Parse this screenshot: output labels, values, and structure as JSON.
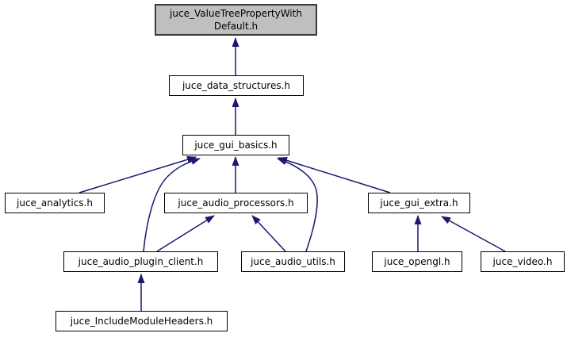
{
  "diagram": {
    "type": "include-dependency-graph",
    "highlighted_node": "juce_ValueTreePropertyWithDefault.h",
    "nodes": [
      {
        "id": "value_tree_property_with_default",
        "label_line1": "juce_ValueTreePropertyWith",
        "label_line2": "Default.h",
        "highlighted": true
      },
      {
        "id": "data_structures",
        "label": "juce_data_structures.h"
      },
      {
        "id": "gui_basics",
        "label": "juce_gui_basics.h"
      },
      {
        "id": "analytics",
        "label": "juce_analytics.h"
      },
      {
        "id": "audio_processors",
        "label": "juce_audio_processors.h"
      },
      {
        "id": "gui_extra",
        "label": "juce_gui_extra.h"
      },
      {
        "id": "audio_plugin_client",
        "label": "juce_audio_plugin_client.h"
      },
      {
        "id": "audio_utils",
        "label": "juce_audio_utils.h"
      },
      {
        "id": "opengl",
        "label": "juce_opengl.h"
      },
      {
        "id": "video",
        "label": "juce_video.h"
      },
      {
        "id": "include_module_headers",
        "label": "juce_IncludeModuleHeaders.h"
      }
    ],
    "edges": [
      {
        "from": "juce_data_structures.h",
        "to": "juce_ValueTreePropertyWithDefault.h"
      },
      {
        "from": "juce_gui_basics.h",
        "to": "juce_data_structures.h"
      },
      {
        "from": "juce_analytics.h",
        "to": "juce_gui_basics.h"
      },
      {
        "from": "juce_audio_processors.h",
        "to": "juce_gui_basics.h"
      },
      {
        "from": "juce_gui_extra.h",
        "to": "juce_gui_basics.h"
      },
      {
        "from": "juce_audio_plugin_client.h",
        "to": "juce_gui_basics.h"
      },
      {
        "from": "juce_audio_utils.h",
        "to": "juce_gui_basics.h"
      },
      {
        "from": "juce_audio_plugin_client.h",
        "to": "juce_audio_processors.h"
      },
      {
        "from": "juce_audio_utils.h",
        "to": "juce_audio_processors.h"
      },
      {
        "from": "juce_opengl.h",
        "to": "juce_gui_extra.h"
      },
      {
        "from": "juce_video.h",
        "to": "juce_gui_extra.h"
      },
      {
        "from": "juce_IncludeModuleHeaders.h",
        "to": "juce_audio_plugin_client.h"
      }
    ],
    "colors": {
      "edge": "#191970",
      "node_fill": "#ffffff",
      "node_border": "#000000",
      "highlight_fill": "#bfbfbf",
      "highlight_border": "#3d3d3d",
      "background": "#ffffff"
    }
  }
}
